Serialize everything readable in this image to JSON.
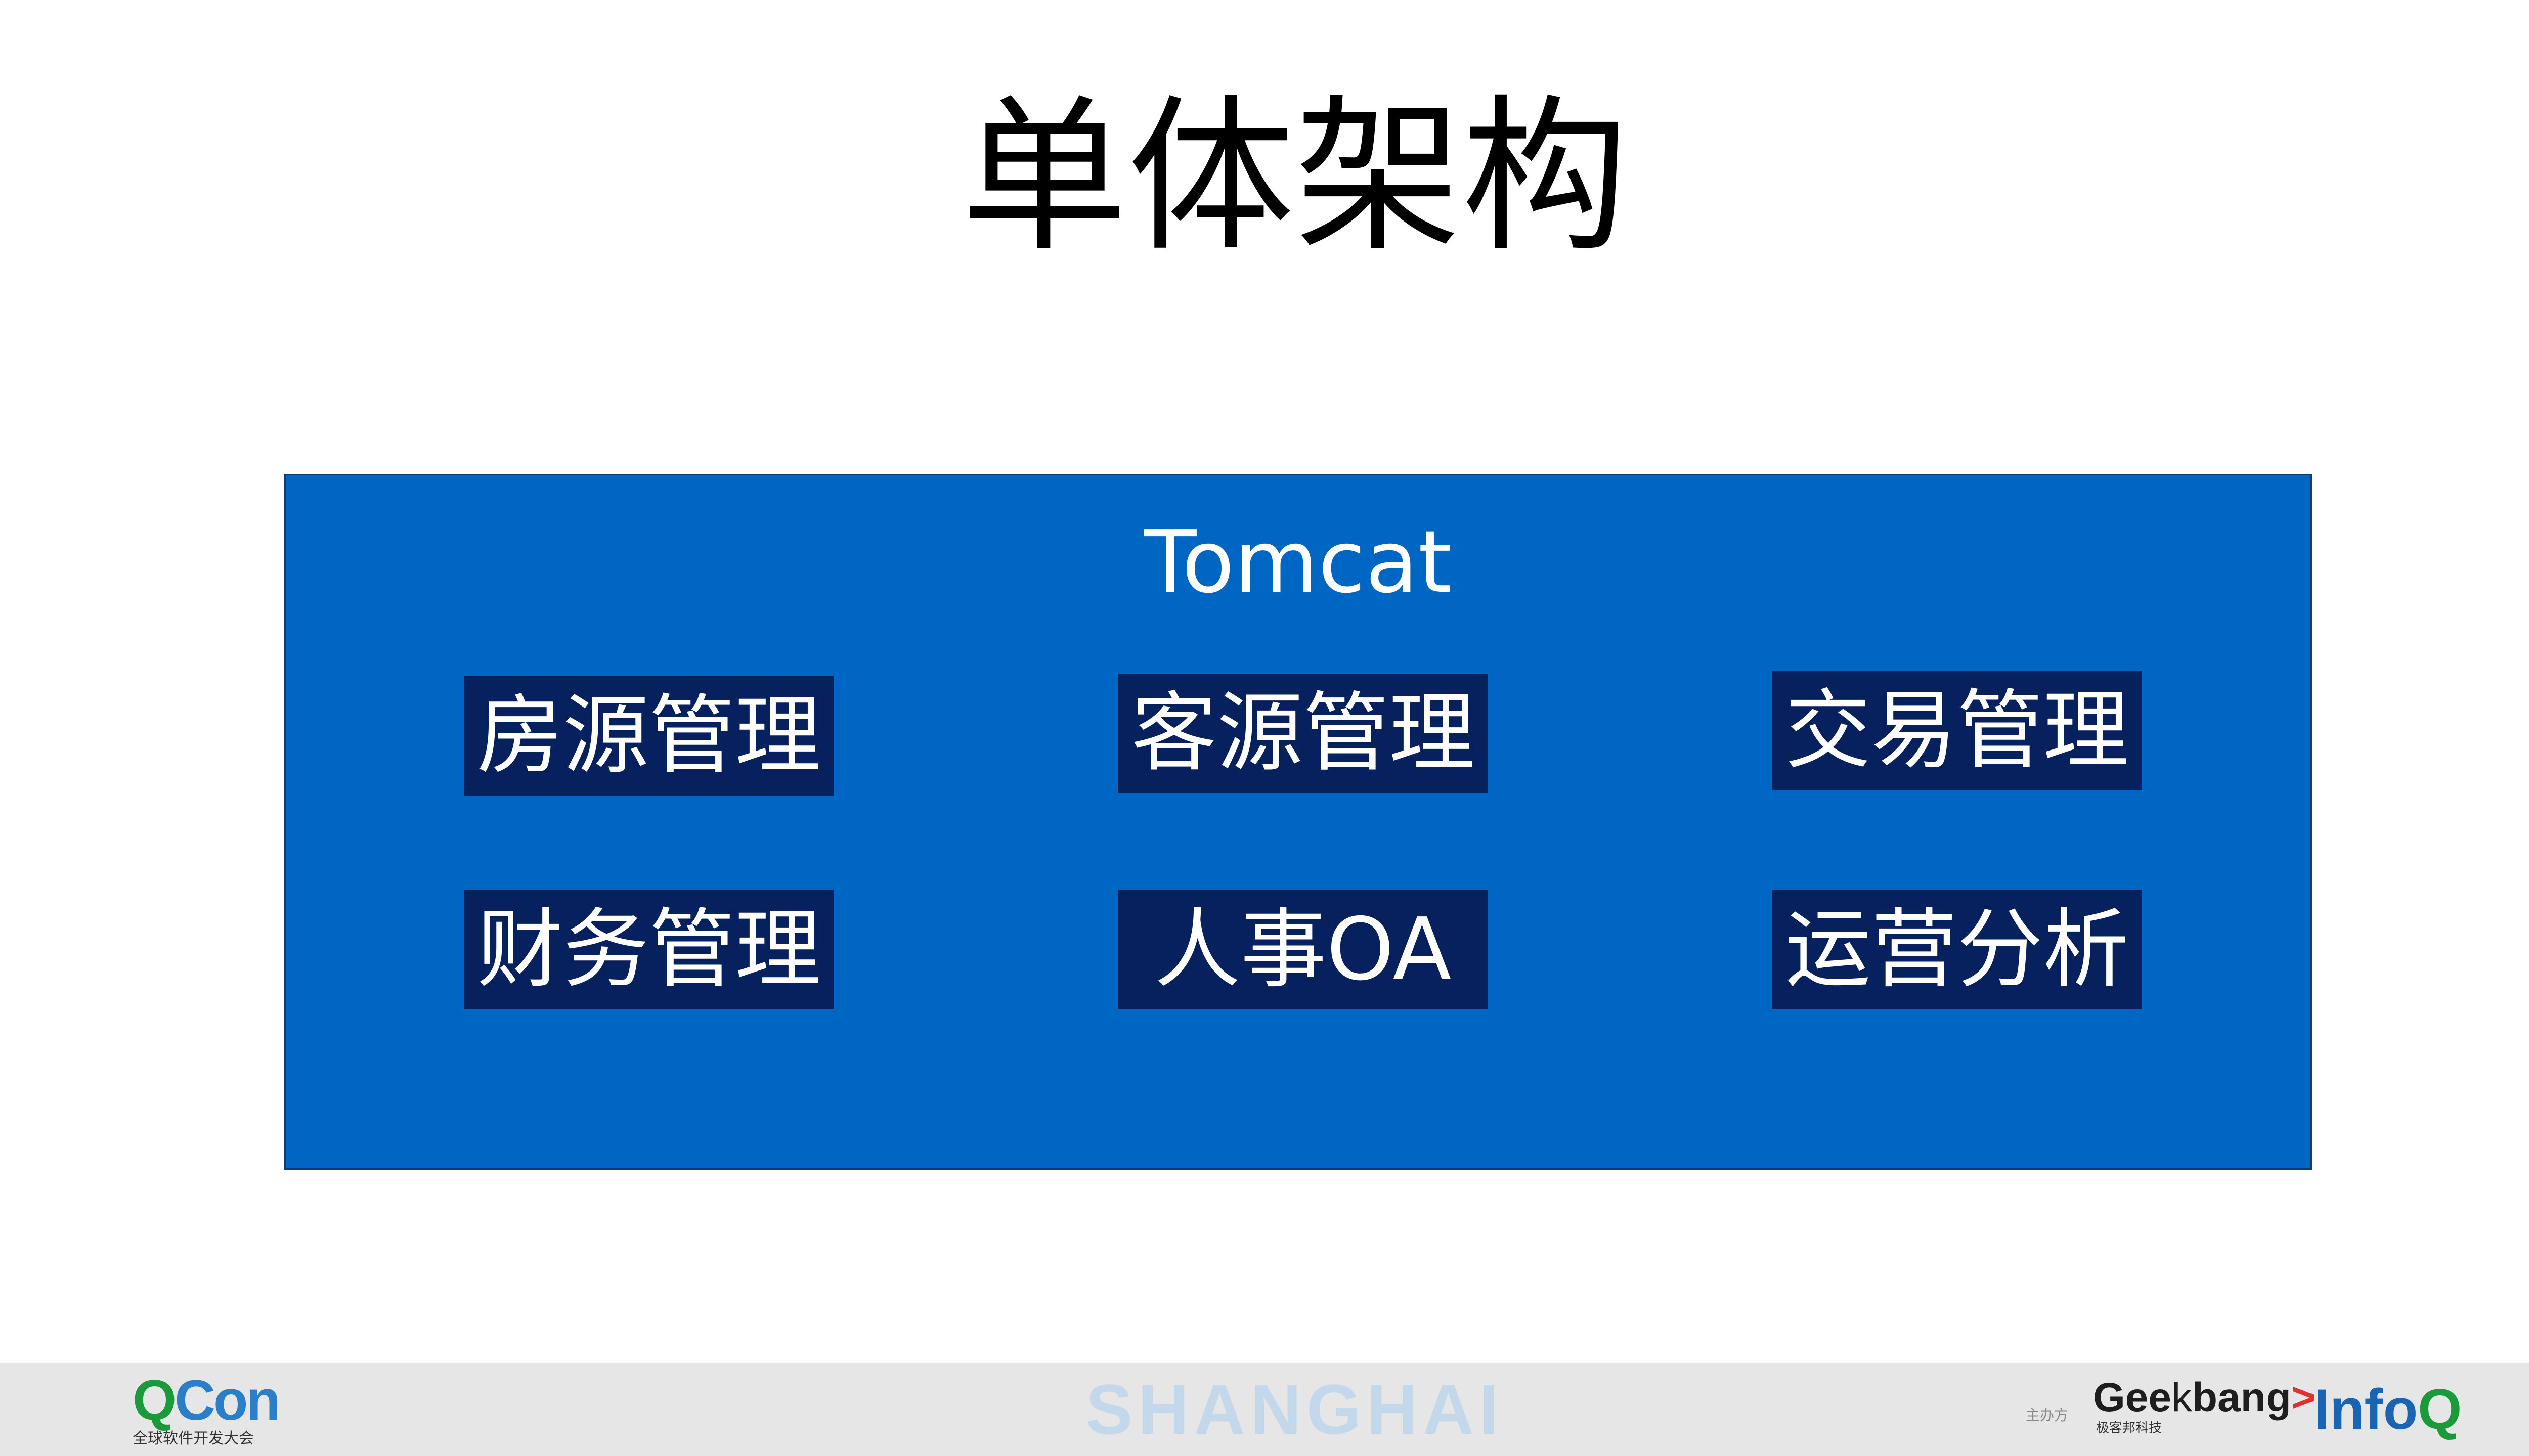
{
  "slide": {
    "title": "单体架构"
  },
  "diagram": {
    "container_label": "Tomcat",
    "modules": [
      "房源管理",
      "客源管理",
      "交易管理",
      "财务管理",
      "人事OA",
      "运营分析"
    ]
  },
  "footer": {
    "qcon_logo_q": "Q",
    "qcon_logo_con": "Con",
    "qcon_subtitle": "全球软件开发大会",
    "city": "SHANGHAI",
    "host_label": "主办方",
    "geekbang_prefix": "Gee",
    "geekbang_k": "k",
    "geekbang_suffix": "bang",
    "geekbang_arrow": ">.",
    "geekbang_subtitle": "极客邦科技",
    "infoq_prefix": "Info",
    "infoq_q": "Q"
  },
  "colors": {
    "container": "#0066c4",
    "module": "#06215e",
    "footer_bg": "#e6e6e6",
    "city_text": "#c4d8ec"
  }
}
